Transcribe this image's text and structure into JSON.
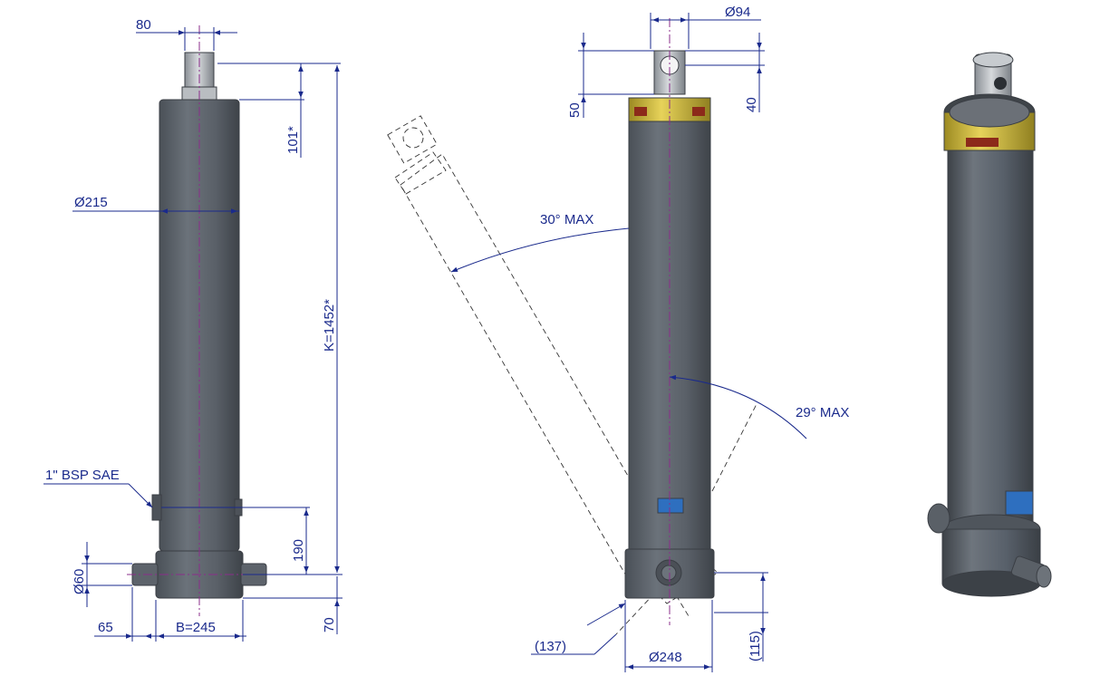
{
  "front_view": {
    "rod_width": "80",
    "rod_top_offset": "101*",
    "body_diameter": "Ø215",
    "closed_length": "K=1452*",
    "port_label": "1\" BSP SAE",
    "port_height": "190",
    "pin_diameter": "Ø60",
    "pin_length": "65",
    "base_width": "B=245",
    "base_height": "70"
  },
  "side_view": {
    "eye_diameter": "Ø94",
    "eye_height": "50",
    "eye_hole_height": "40",
    "tilt_forward": "30° MAX",
    "tilt_backward": "29° MAX",
    "tilt_offset": "(137)",
    "base_diameter": "Ø248",
    "base_offset": "(115)"
  },
  "colors": {
    "dimension": "#1a2a8c",
    "centerline": "#8b2d8b",
    "body": "#555b63",
    "collar": "#d8c23a"
  }
}
